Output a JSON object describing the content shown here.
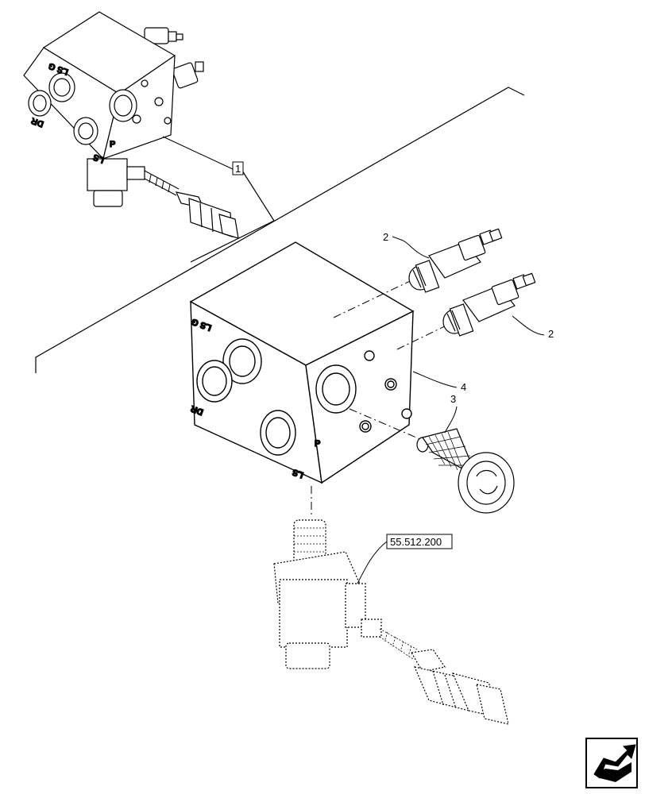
{
  "callouts": {
    "assembly_ref": "1",
    "fitting_upper": "2",
    "fitting_lower": "2",
    "strainer": "3",
    "block": "4",
    "sensor_ref": "55.512.200"
  },
  "port_stamps": {
    "dr": "DR",
    "ls_g": "LS G",
    "ls": "LS",
    "p": "P"
  },
  "nav_icon": "return-arrow-icon"
}
